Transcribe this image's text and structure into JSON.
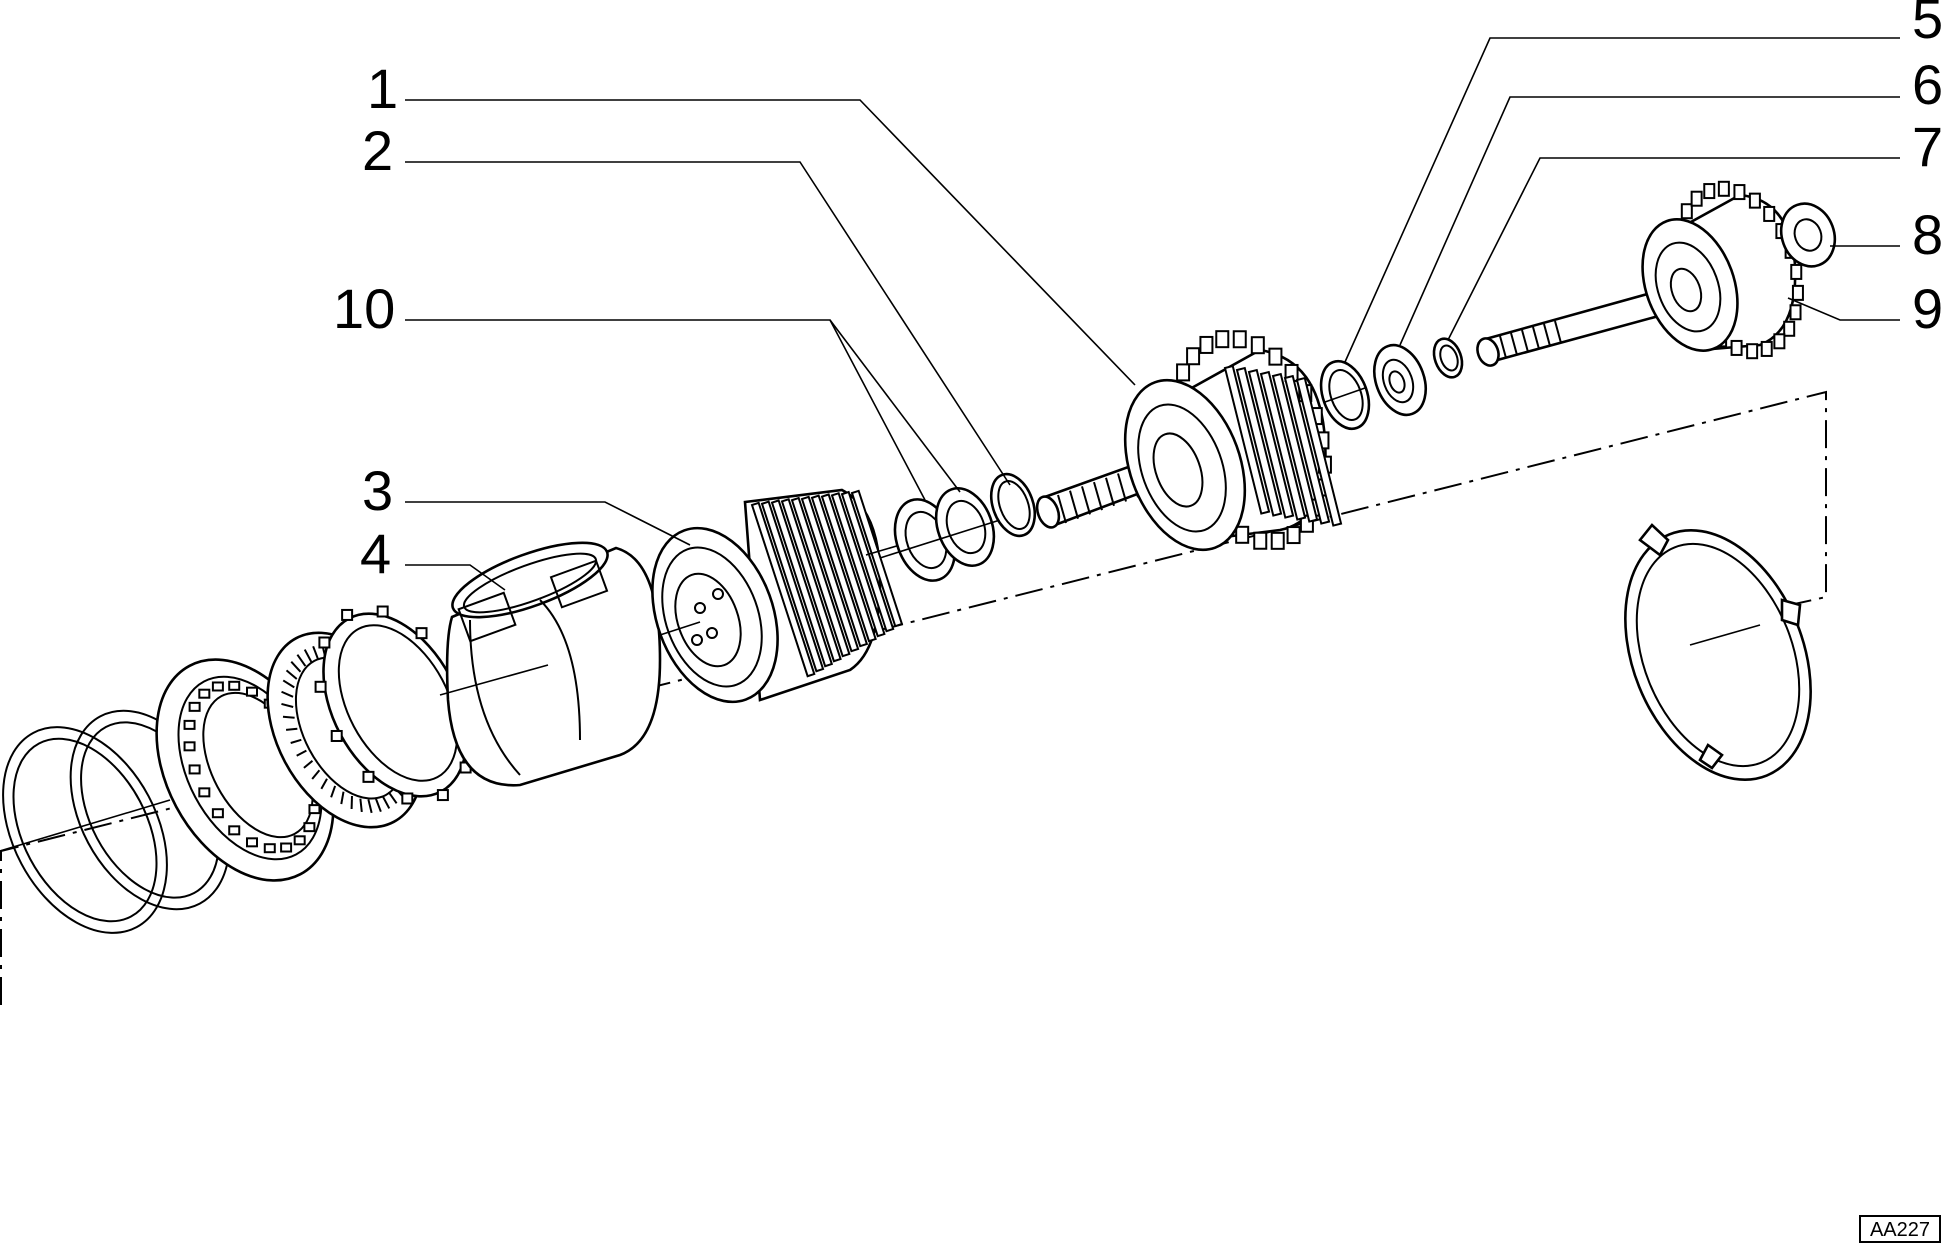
{
  "diagram": {
    "callouts": [
      {
        "id": "1",
        "text": "1"
      },
      {
        "id": "2",
        "text": "2"
      },
      {
        "id": "3",
        "text": "3"
      },
      {
        "id": "4",
        "text": "4"
      },
      {
        "id": "5",
        "text": "5"
      },
      {
        "id": "6",
        "text": "6"
      },
      {
        "id": "7",
        "text": "7"
      },
      {
        "id": "8",
        "text": "8"
      },
      {
        "id": "9",
        "text": "9"
      },
      {
        "id": "10",
        "text": "10"
      }
    ],
    "reference_code": "AA227"
  }
}
